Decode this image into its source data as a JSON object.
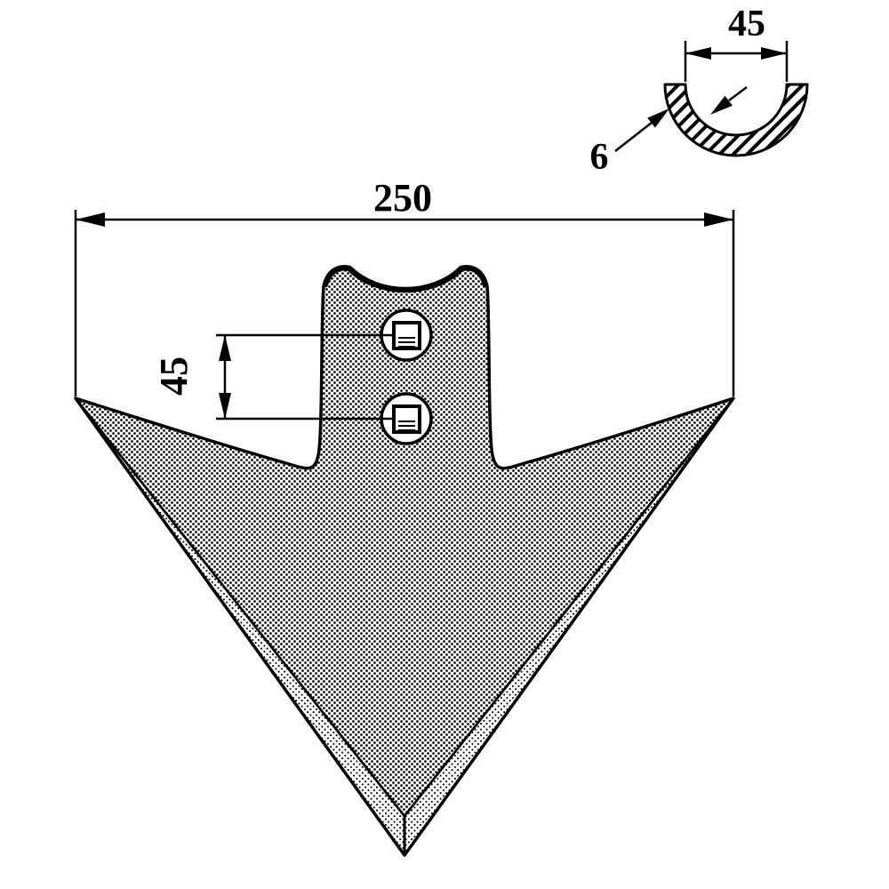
{
  "drawing": {
    "background_color": "#ffffff",
    "ink_color": "#000000",
    "body_fill_style": "halftone-dots",
    "section_fill_style": "diagonal-hatch",
    "labels": {
      "overall_width": "250",
      "hole_spacing": "45",
      "section_width": "45",
      "material_thickness": "6"
    }
  }
}
